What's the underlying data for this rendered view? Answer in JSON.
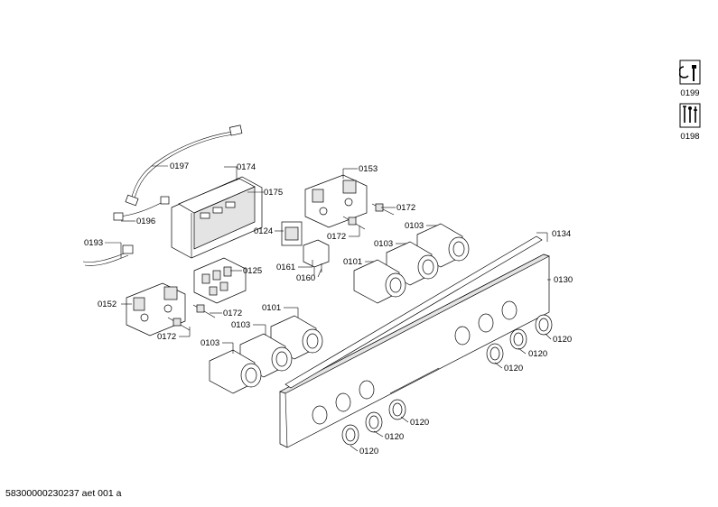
{
  "callouts": {
    "c0197": "0197",
    "c0174": "0174",
    "c0175": "0175",
    "c0196": "0196",
    "c0193": "0193",
    "c0125": "0125",
    "c0152": "0152",
    "c0172a": "0172",
    "c0172b": "0172",
    "c0101a": "0101",
    "c0103a": "0103",
    "c0103b": "0103",
    "c0153": "0153",
    "c0172c": "0172",
    "c0172d": "0172",
    "c0124": "0124",
    "c0161": "0161",
    "c0160": "0160",
    "c0103c": "0103",
    "c0103d": "0103",
    "c0101b": "0101",
    "c0134": "0134",
    "c0130": "0130",
    "c0120a": "0120",
    "c0120b": "0120",
    "c0120c": "0120",
    "c0120d": "0120",
    "c0120e": "0120",
    "c0120f": "0120"
  },
  "side_icons": {
    "tool_label": "0199",
    "tools_set_label": "0198"
  },
  "footer": {
    "doc_id": "58300000230237 aet 001 a"
  }
}
